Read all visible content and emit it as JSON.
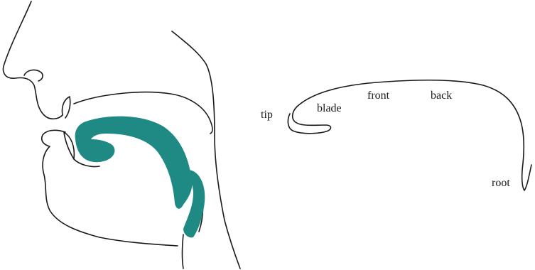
{
  "colors": {
    "tongue_fill": "#1f8a84",
    "line": "#1a1a1a",
    "background": "#ffffff"
  },
  "labels": {
    "tip": "tip",
    "blade": "blade",
    "front": "front",
    "back": "back",
    "root": "root"
  }
}
